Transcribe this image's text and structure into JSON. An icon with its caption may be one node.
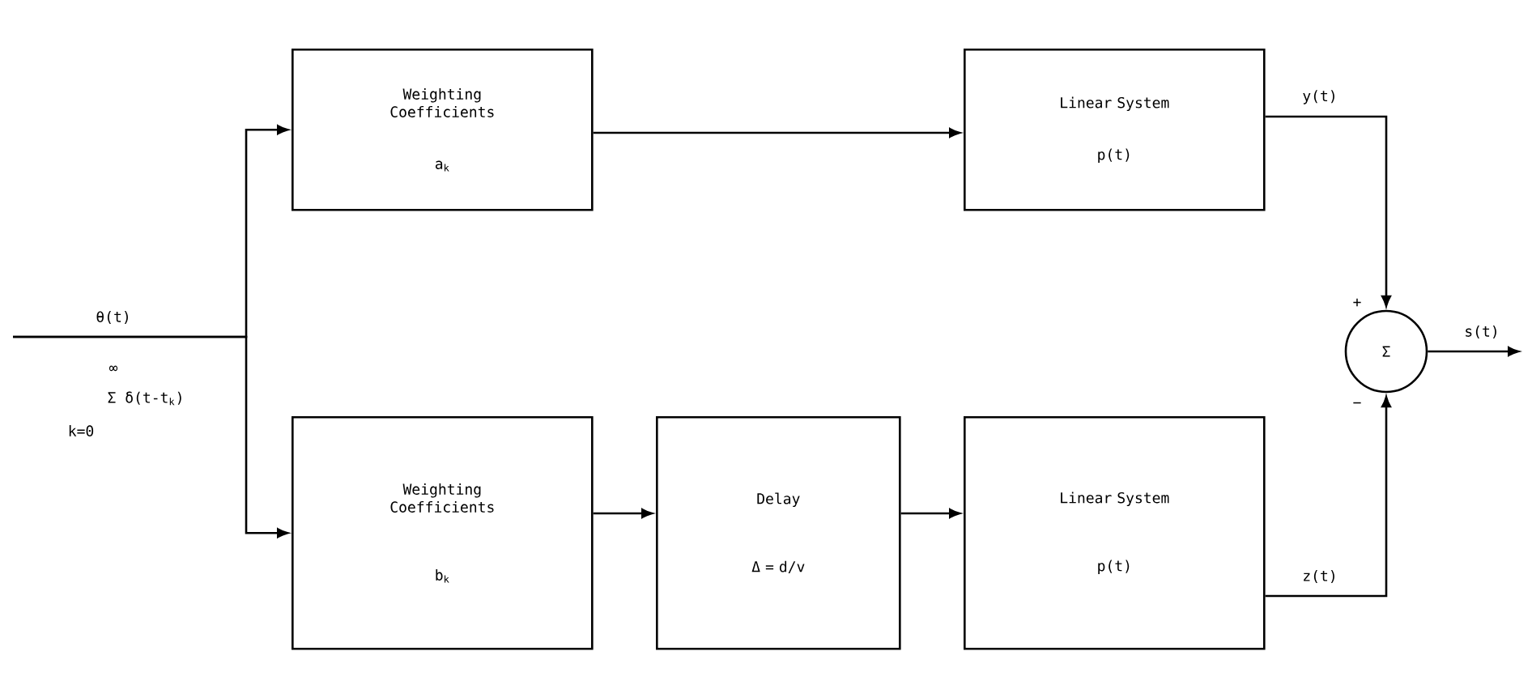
{
  "diagram": {
    "nodes": [
      {
        "text": [
          "Weighting Coefficients",
          "a$_{k}$"
        ]
      },
      {
        "text": [
          "Linear System",
          "p(t)"
        ]
      },
      {
        "text": [
          "Weighting Coefficients",
          "b$_{k}$"
        ]
      },
      {
        "text": [
          "Delay",
          "Δ = d/v"
        ]
      },
      {
        "text": [
          "Linear System",
          "p(t)"
        ]
      },
      {
        "text": [
          "Σ"
        ]
      }
    ],
    "edges": [
      {
        "from": null,
        "to": 0,
        "arrow": "to",
        "label": "θ(t)"
      },
      {
        "from": null,
        "to": 2,
        "arrow": "to"
      },
      {
        "from": 0,
        "to": 1,
        "arrow": "to"
      },
      {
        "from": 2,
        "to": 3,
        "arrow": "to"
      },
      {
        "from": 3,
        "to": 4,
        "arrow": "to"
      },
      {
        "from": 1,
        "to": 5,
        "arrow": "to",
        "label": "y(t)"
      },
      {
        "from": 4,
        "to": 5,
        "arrow": "to",
        "label": "z(t)"
      },
      {
        "from": 5,
        "to": null,
        "arrow": "to",
        "label": "s(t)"
      }
    ],
    "labels": [
      "+",
      "∞",
      "Σ δ(t-t$_{k}$)",
      "k=0",
      "−"
    ]
  }
}
